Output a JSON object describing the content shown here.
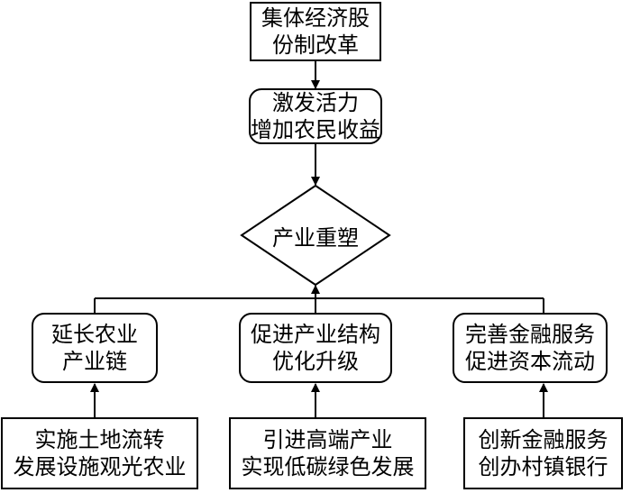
{
  "nodes": {
    "top": [
      "集体经济股",
      "份制改革"
    ],
    "vitality": [
      "激发活力",
      "增加农民收益"
    ],
    "center": "产业重塑",
    "left_mid": [
      "延长农业",
      "产业链"
    ],
    "mid_mid": [
      "促进产业结构",
      "优化升级"
    ],
    "right_mid": [
      "完善金融服务",
      "促进资本流动"
    ],
    "left_bottom": [
      "实施土地流转",
      "发展设施观光农业"
    ],
    "mid_bottom": [
      "引进高端产业",
      "实现低碳绿色发展"
    ],
    "right_bottom": [
      "创新金融服务",
      "创办村镇银行"
    ]
  }
}
